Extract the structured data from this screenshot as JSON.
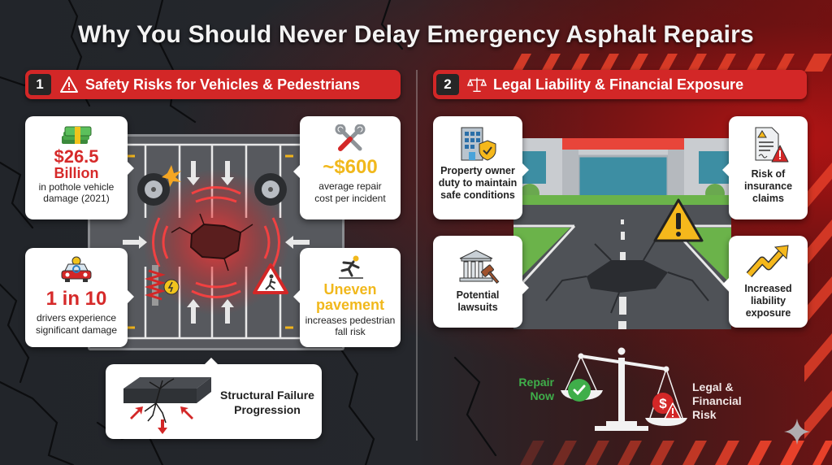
{
  "title": "Why You Should Never Delay Emergency Asphalt Repairs",
  "colors": {
    "accent_red": "#d32727",
    "stat_red": "#d62a2a",
    "stat_yellow": "#f1b81c",
    "green": "#3fae4a",
    "background": "#1f2226"
  },
  "left_section": {
    "number": "1",
    "icon": "warning-triangle-icon",
    "heading": "Safety Risks for Vehicles & Pedestrians",
    "cards": [
      {
        "icon": "money-stack-icon",
        "stat_line1": "$26.5",
        "stat_line2": "Billion",
        "desc_line1": "in pothole vehicle",
        "desc_line2": "damage (2021)"
      },
      {
        "icon": "wrench-tools-icon",
        "stat_line1": "~$600",
        "desc_line1": "average repair",
        "desc_line2": "cost per incident"
      },
      {
        "icon": "car-driver-icon",
        "stat_line1": "1 in 10",
        "desc_line1": "drivers experience",
        "desc_line2": "significant damage"
      },
      {
        "icon": "pedestrian-fall-icon",
        "stat_line1": "Uneven",
        "stat_line2": "pavement",
        "desc_line1": "increases pedestrian",
        "desc_line2": "fall risk"
      }
    ],
    "bottom_card": {
      "icon": "cracked-slab-icon",
      "line1": "Structural Failure",
      "line2": "Progression"
    }
  },
  "right_section": {
    "number": "2",
    "icon": "scales-icon",
    "heading": "Legal Liability & Financial Exposure",
    "cards": [
      {
        "icon": "building-shield-icon",
        "line1": "Property owner",
        "line2": "duty to maintain",
        "line3": "safe conditions"
      },
      {
        "icon": "courthouse-gavel-icon",
        "line1": "Potential",
        "line2": "lawsuits"
      },
      {
        "icon": "insurance-document-warning-icon",
        "line1": "Risk of",
        "line2": "insurance",
        "line3": "claims"
      },
      {
        "icon": "trend-up-arrow-icon",
        "line1": "Increased",
        "line2": "liability",
        "line3": "exposure"
      }
    ],
    "scale": {
      "left_label_line1": "Repair",
      "left_label_line2": "Now",
      "right_label_line1": "Legal &",
      "right_label_line2": "Financial",
      "right_label_line3": "Risk"
    }
  }
}
